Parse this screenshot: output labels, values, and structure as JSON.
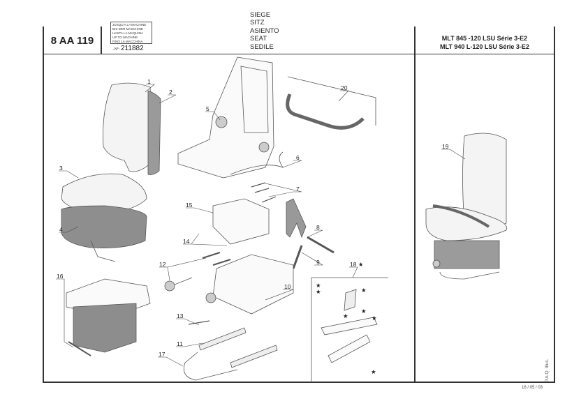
{
  "header": {
    "reference": "8 AA 119",
    "until_machine_lines": [
      "JUSQU'A LA MACHINE",
      "BIS DER MASCHINE",
      "HASTA LA MAQUINA",
      "UP TO MACHINE",
      "FINO LA MACCHINA"
    ],
    "serial_prefix": "→N°:",
    "serial_number": "211882",
    "titles": [
      "SIEGE",
      "SITZ",
      "ASIENTO",
      "SEAT",
      "SEDILE"
    ],
    "models": [
      "MLT 845 -120 LSU Série 3-E2",
      "MLT 940 L-120 LSU Série 3-E2"
    ]
  },
  "callouts": {
    "c1": "1",
    "c2": "2",
    "c3": "3",
    "c4": "4",
    "c5": "5",
    "c6": "6",
    "c7": "7",
    "c8": "8",
    "c9": "9",
    "c10": "10",
    "c11": "11",
    "c12": "12",
    "c13": "13",
    "c14": "14",
    "c15": "15",
    "c16": "16",
    "c17": "17",
    "c18": "18 ★",
    "c19": "19",
    "c20": "20"
  },
  "footer": {
    "date": "16 / 05 / 03",
    "credit": "P.A.Q. Illus."
  },
  "star_symbol": "★"
}
